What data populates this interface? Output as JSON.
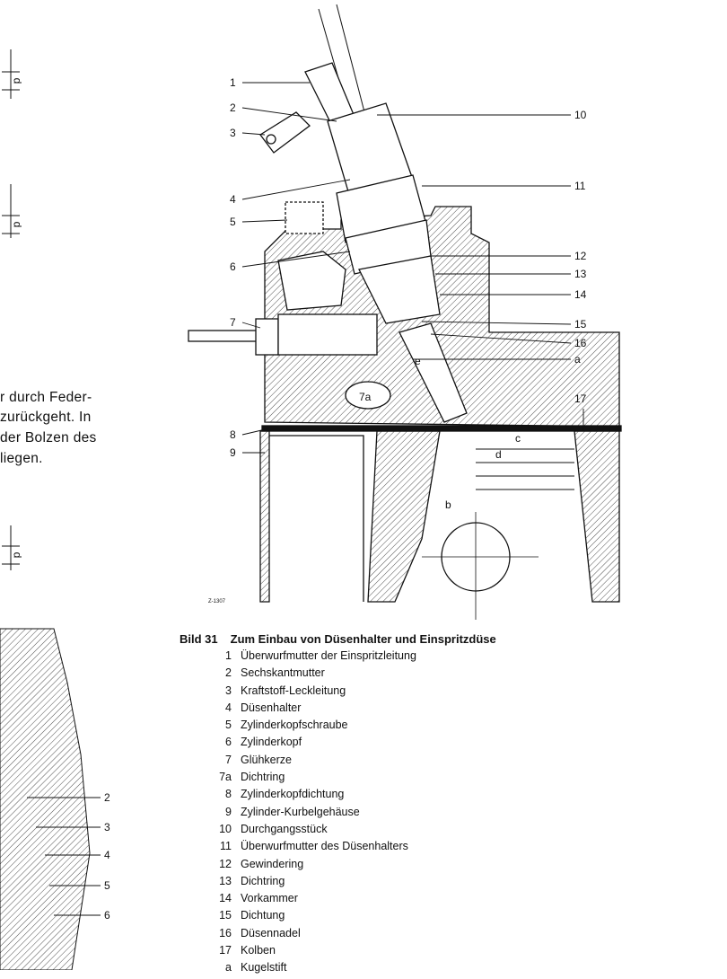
{
  "left_text": [
    "r durch Feder-",
    "zurückgeht. In",
    "der Bolzen des",
    "liegen."
  ],
  "left_dimension_labels": [
    "d",
    "d",
    "d"
  ],
  "left_drawing_labels": [
    "2",
    "3",
    "4",
    "5",
    "6"
  ],
  "figure": {
    "labels_left": [
      "1",
      "2",
      "3",
      "4",
      "5",
      "6",
      "7",
      "8",
      "9"
    ],
    "labels_right": [
      "10",
      "11",
      "12",
      "13",
      "14",
      "15",
      "16",
      "a",
      "17"
    ],
    "inner_labels": {
      "seven_a": "7a",
      "e": "e",
      "c": "c",
      "d": "d",
      "b": "b"
    },
    "drawing_code": "Z-1307"
  },
  "caption": {
    "number": "Bild 31",
    "title": "Zum Einbau von Düsenhalter und Einspritzdüse",
    "items": [
      {
        "num": "1",
        "text": "Überwurfmutter der Einspritzleitung"
      },
      {
        "num": "2",
        "text": "Sechskantmutter"
      },
      {
        "num": "3",
        "text": "Kraftstoff-Leckleitung"
      },
      {
        "num": "4",
        "text": "Düsenhalter"
      },
      {
        "num": "5",
        "text": "Zylinderkopfschraube"
      },
      {
        "num": "6",
        "text": "Zylinderkopf"
      },
      {
        "num": "7",
        "text": "Glühkerze"
      },
      {
        "num": "7a",
        "text": "Dichtring"
      },
      {
        "num": "8",
        "text": "Zylinderkopfdichtung"
      },
      {
        "num": "9",
        "text": "Zylinder-Kurbelgehäuse"
      },
      {
        "num": "10",
        "text": "Durchgangsstück"
      },
      {
        "num": "11",
        "text": "Überwurfmutter des Düsenhalters"
      },
      {
        "num": "12",
        "text": "Gewindering"
      },
      {
        "num": "13",
        "text": "Dichtring"
      },
      {
        "num": "14",
        "text": "Vorkammer"
      },
      {
        "num": "15",
        "text": "Dichtung"
      },
      {
        "num": "16",
        "text": "Düsennadel"
      },
      {
        "num": "17",
        "text": "Kolben"
      },
      {
        "num": "a",
        "text": "Kugelstift"
      }
    ]
  }
}
